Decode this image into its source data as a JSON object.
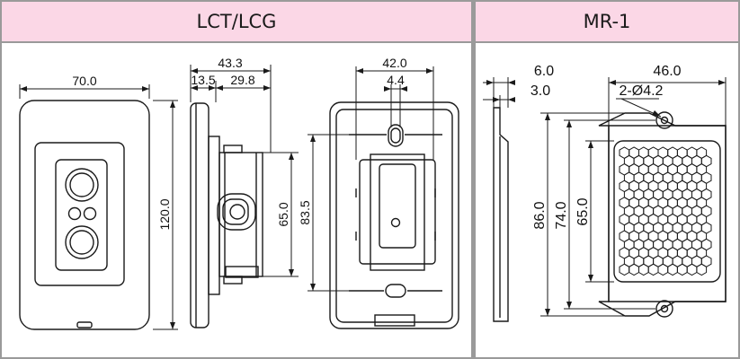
{
  "panels": {
    "left_title": "LCT/LCG",
    "right_title": "MR-1"
  },
  "lct": {
    "front_width": "70.0",
    "front_height": "120.0",
    "side_total": "43.3",
    "side_a": "13.5",
    "side_b": "29.8",
    "side_height": "65.0",
    "back_width": "42.0",
    "back_slot": "4.4",
    "back_height": "83.5"
  },
  "mr1": {
    "thickness_a": "6.0",
    "thickness_b": "3.0",
    "width": "46.0",
    "holes": "2-Ø4.2",
    "height_total": "86.0",
    "height_pitch": "74.0",
    "height_reflector": "65.0"
  },
  "colors": {
    "header": "#fbd7e6",
    "border": "#9a9a9a",
    "line": "#1a1a1a"
  }
}
